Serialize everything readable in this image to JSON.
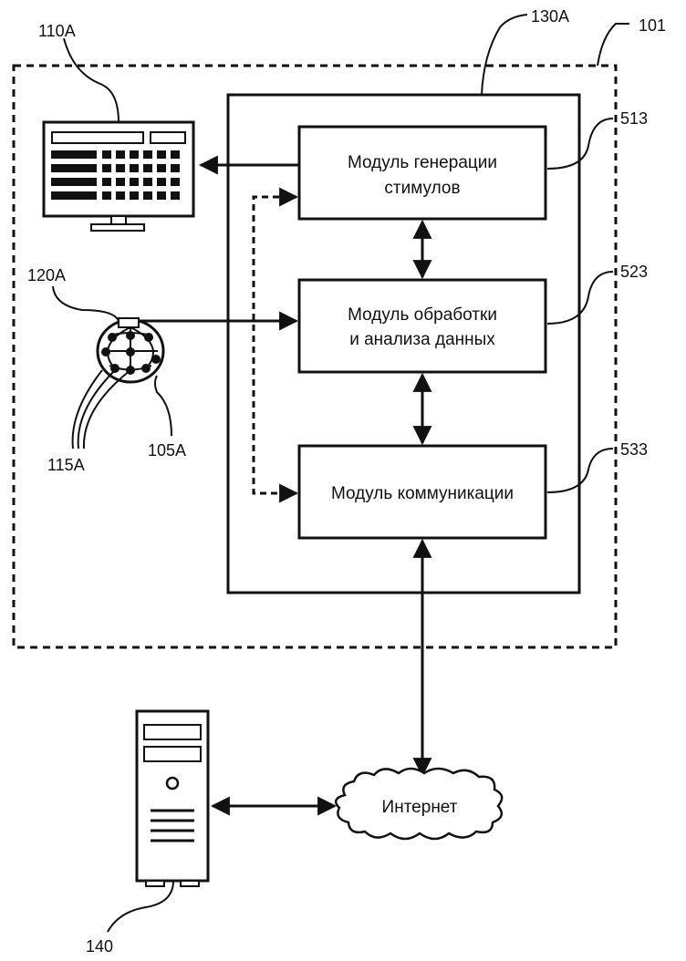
{
  "labels": {
    "system": "101",
    "device": "130A",
    "monitor": "110A",
    "headset": "120A",
    "electrodes": "115A",
    "subject": "105A",
    "module_stimuli_ref": "513",
    "module_processing_ref": "523",
    "module_comm_ref": "533",
    "server": "140"
  },
  "modules": {
    "stimuli": {
      "line1": "Модуль генерации",
      "line2": "стимулов"
    },
    "processing": {
      "line1": "Модуль обработки",
      "line2": "и анализа данных"
    },
    "communication": {
      "line1": "Модуль коммуникации"
    }
  },
  "internet": "Интернет"
}
